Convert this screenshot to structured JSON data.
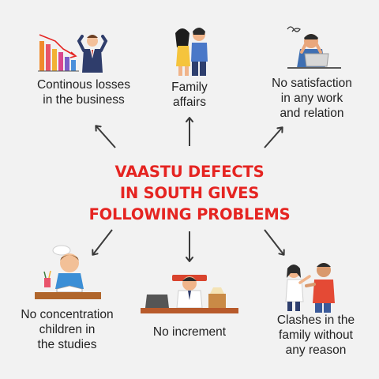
{
  "center": {
    "line1": "VAASTU DEFECTS",
    "line2": "IN SOUTH GIVES",
    "line3": "FOLLOWING PROBLEMS"
  },
  "problems": {
    "losses": {
      "line1": "Continous losses",
      "line2": "in the business",
      "icon": "business-loss-icon"
    },
    "family": {
      "line1": "Family",
      "line2": "affairs",
      "icon": "couple-icon"
    },
    "satisfaction": {
      "line1": "No satisfaction",
      "line2": "in any work",
      "line3": "and relation",
      "icon": "stressed-worker-icon"
    },
    "concentration": {
      "line1": "No concentration",
      "line2": "children in",
      "line3": "the studies",
      "icon": "child-studying-icon"
    },
    "increment": {
      "line1": "No increment",
      "icon": "tired-office-worker-icon"
    },
    "clashes": {
      "line1": "Clashes in the",
      "line2": "family without",
      "line3": "any reason",
      "icon": "arguing-couple-icon"
    }
  },
  "colors": {
    "title": "#e52421",
    "background": "#f2f2f2",
    "arrow": "#3a3a3a"
  }
}
